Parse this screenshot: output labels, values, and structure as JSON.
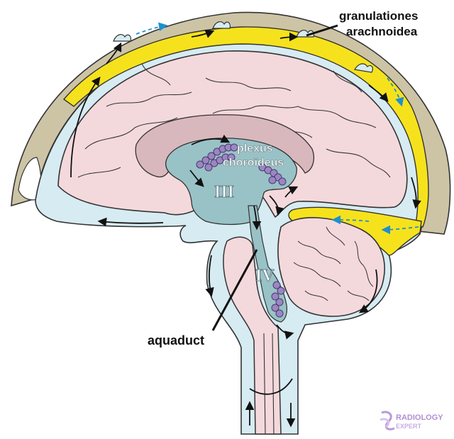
{
  "labels": {
    "granulationes_line1": "granulationes",
    "granulationes_line2": "arachnoidea",
    "plexus_line1": "plexus",
    "plexus_line2": "choroïdeus",
    "third_ventricle": "III",
    "fourth_ventricle": "IV",
    "aquaduct": "aquaduct"
  },
  "logo": {
    "line1": "RADIOLOGY",
    "line2": "EXPERT"
  },
  "icons": {
    "logo": "radiology-assistant-logo-icon"
  },
  "colors": {
    "skull": "#cdc4a6",
    "csf": "#d6ebf2",
    "brain": "#f4d9dc",
    "sinus": "#f6e21c",
    "ventricle": "#99c2c7",
    "corpus_callosum": "#d9b8bd",
    "plexus": "#9b86c2",
    "flow_arrow": "#111111",
    "venous_arrow": "#1f8fcf"
  }
}
